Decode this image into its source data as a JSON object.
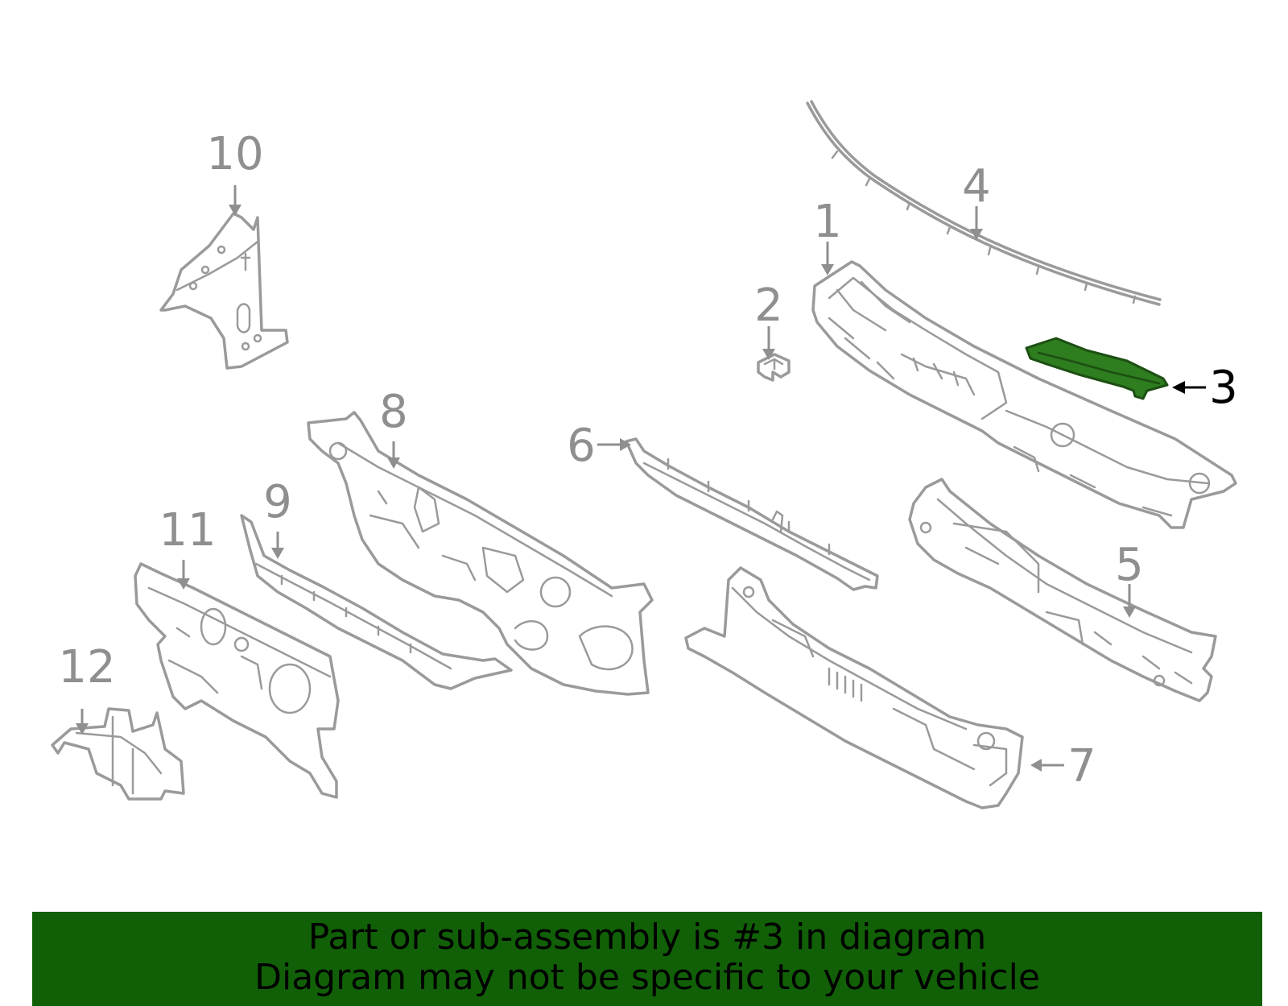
{
  "diagram": {
    "callouts": [
      {
        "id": "1",
        "label": "1"
      },
      {
        "id": "2",
        "label": "2"
      },
      {
        "id": "3",
        "label": "3",
        "highlighted": true
      },
      {
        "id": "4",
        "label": "4"
      },
      {
        "id": "5",
        "label": "5"
      },
      {
        "id": "6",
        "label": "6"
      },
      {
        "id": "7",
        "label": "7"
      },
      {
        "id": "8",
        "label": "8"
      },
      {
        "id": "9",
        "label": "9"
      },
      {
        "id": "10",
        "label": "10"
      },
      {
        "id": "11",
        "label": "11"
      },
      {
        "id": "12",
        "label": "12"
      }
    ],
    "colors": {
      "outline": "#9a9a9a",
      "highlight_part": "#2e7d1f",
      "banner_background": "#116007",
      "banner_text": "#000000"
    }
  },
  "banner": {
    "line1": "Part or sub-assembly is #3 in diagram",
    "line2": "Diagram may not be specific to your vehicle"
  }
}
